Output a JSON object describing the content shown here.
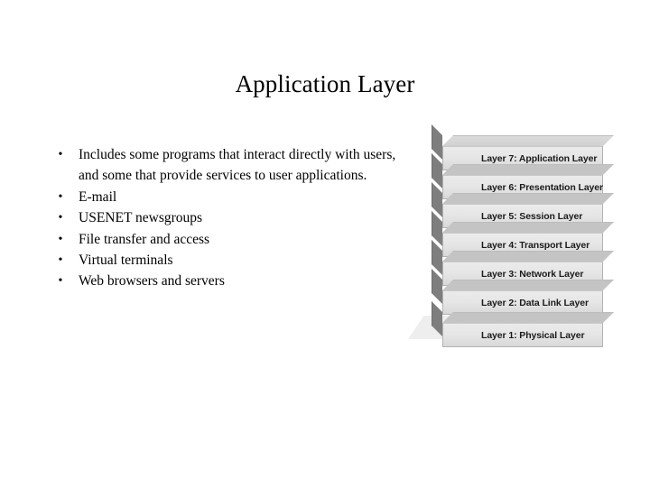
{
  "slide": {
    "title": "Application Layer",
    "background_color": "#ffffff",
    "text_color": "#000000"
  },
  "bullets": [
    {
      "marker": "•",
      "text": "Includes some programs that interact directly with users, and some that provide services to user applications."
    },
    {
      "marker": "•",
      "text": "E-mail"
    },
    {
      "marker": "•",
      "text": "USENET newsgroups"
    },
    {
      "marker": "•",
      "text": "File transfer and access"
    },
    {
      "marker": "•",
      "text": "Virtual terminals"
    },
    {
      "marker": "•",
      "text": "Web browsers and servers"
    }
  ],
  "osi_stack": {
    "face_color": "#e6e6e6",
    "side_color": "#7e7e7e",
    "top_color": "#d2d2d2",
    "label_color": "#1b1b1b",
    "layers": [
      {
        "label": "Layer 7: Application Layer"
      },
      {
        "label": "Layer 6: Presentation Layer"
      },
      {
        "label": "Layer 5: Session Layer"
      },
      {
        "label": "Layer 4: Transport Layer"
      },
      {
        "label": "Layer 3: Network Layer"
      },
      {
        "label": "Layer 2: Data Link Layer"
      },
      {
        "label": "Layer 1: Physical Layer"
      }
    ]
  }
}
